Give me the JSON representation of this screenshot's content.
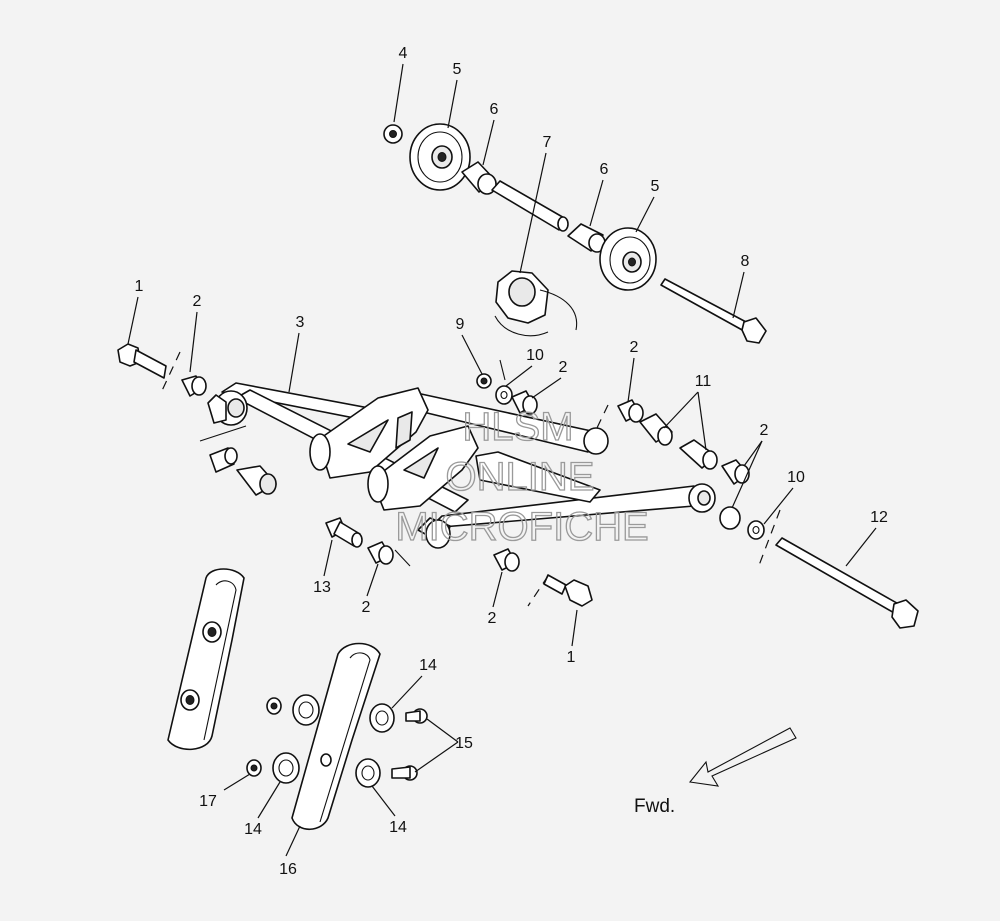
{
  "diagram": {
    "callouts": [
      {
        "id": "c4",
        "text": "4"
      },
      {
        "id": "c5a",
        "text": "5"
      },
      {
        "id": "c6a",
        "text": "6"
      },
      {
        "id": "c7",
        "text": "7"
      },
      {
        "id": "c6b",
        "text": "6"
      },
      {
        "id": "c5b",
        "text": "5"
      },
      {
        "id": "c8",
        "text": "8"
      },
      {
        "id": "c1a",
        "text": "1"
      },
      {
        "id": "c2a",
        "text": "2"
      },
      {
        "id": "c3",
        "text": "3"
      },
      {
        "id": "c9",
        "text": "9"
      },
      {
        "id": "c10a",
        "text": "10"
      },
      {
        "id": "c2b",
        "text": "2"
      },
      {
        "id": "c2c",
        "text": "2"
      },
      {
        "id": "c11",
        "text": "11"
      },
      {
        "id": "c2d",
        "text": "2"
      },
      {
        "id": "c10b",
        "text": "10"
      },
      {
        "id": "c12",
        "text": "12"
      },
      {
        "id": "c13",
        "text": "13"
      },
      {
        "id": "c2e",
        "text": "2"
      },
      {
        "id": "c2f",
        "text": "2"
      },
      {
        "id": "c1b",
        "text": "1"
      },
      {
        "id": "c14a",
        "text": "14"
      },
      {
        "id": "c15",
        "text": "15"
      },
      {
        "id": "c17",
        "text": "17"
      },
      {
        "id": "c14b",
        "text": "14"
      },
      {
        "id": "c14c",
        "text": "14"
      },
      {
        "id": "c16",
        "text": "16"
      }
    ],
    "direction_label": "Fwd.",
    "watermark": [
      "HLSM",
      "ONLINE",
      "MICROFICHE"
    ]
  },
  "colors": {
    "background": "#f3f3f3",
    "line": "#111111",
    "watermark": "#9a9a9a"
  }
}
